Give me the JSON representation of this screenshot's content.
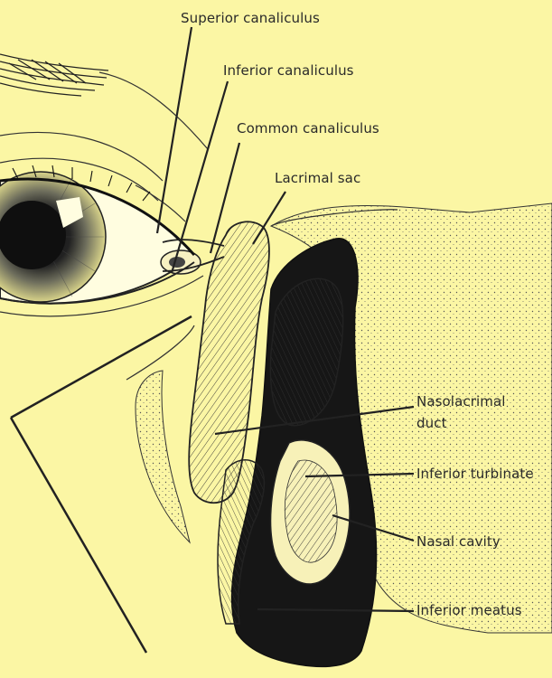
{
  "labels": {
    "superior_canaliculus": "Superior canaliculus",
    "inferior_canaliculus": "Inferior canaliculus",
    "common_canaliculus": "Common canaliculus",
    "lacrimal_sac": "Lacrimal sac",
    "nasolacrimal_duct_line1": "Nasolacrimal",
    "nasolacrimal_duct_line2": "duct",
    "inferior_turbinate": "Inferior turbinate",
    "nasal_cavity": "Nasal cavity",
    "inferior_meatus": "Inferior meatus"
  },
  "colors": {
    "background": "#fbf6a4",
    "ink": "#1e1e1e",
    "cavity": "#1a1a1a"
  }
}
